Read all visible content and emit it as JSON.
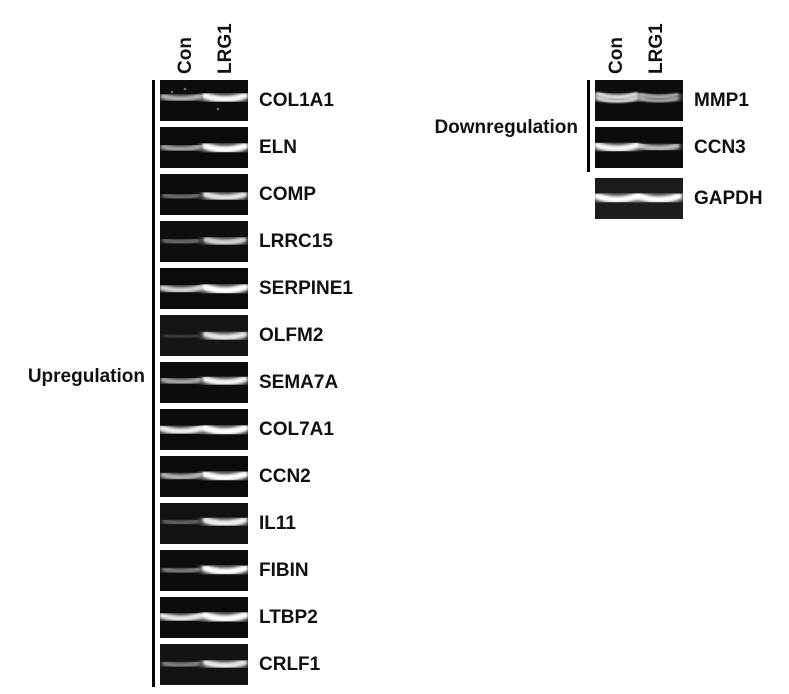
{
  "figure": {
    "lane_headers": [
      "Con",
      "LRG1"
    ],
    "colors": {
      "background": "#ffffff",
      "text": "#111111",
      "bracket": "#000000",
      "band": "#ffffff"
    },
    "panels": [
      {
        "id": "upregulation",
        "group_label": "Upregulation",
        "gels": [
          {
            "gene": "COL1A1",
            "con": 0.55,
            "lrg1": 0.92,
            "band_y": 0.44,
            "bg": "#0d0d0d",
            "speckles": [
              [
                12,
                12
              ],
              [
                25,
                9
              ],
              [
                58,
                29
              ]
            ]
          },
          {
            "gene": "ELN",
            "con": 0.5,
            "lrg1": 0.95,
            "band_y": 0.52,
            "bg": "#0a0a0a"
          },
          {
            "gene": "COMP",
            "con": 0.3,
            "lrg1": 0.8,
            "band_y": 0.55,
            "bg": "#0c0c0c"
          },
          {
            "gene": "LRRC15",
            "con": 0.28,
            "lrg1": 0.7,
            "band_y": 0.5,
            "bg": "#0e0e0e"
          },
          {
            "gene": "SERPINE1",
            "con": 0.7,
            "lrg1": 1.0,
            "band_y": 0.52,
            "bg": "#0a0a0a"
          },
          {
            "gene": "OLFM2",
            "con": 0.12,
            "lrg1": 0.8,
            "band_y": 0.52,
            "bg": "#151515"
          },
          {
            "gene": "SEMA7A",
            "con": 0.5,
            "lrg1": 0.88,
            "band_y": 0.47,
            "bg": "#0d0d0d"
          },
          {
            "gene": "COL7A1",
            "con": 0.85,
            "lrg1": 1.0,
            "band_y": 0.52,
            "bg": "#0b0b0b"
          },
          {
            "gene": "CCN2",
            "con": 0.55,
            "lrg1": 0.95,
            "band_y": 0.5,
            "bg": "#0b0b0b"
          },
          {
            "gene": "IL11",
            "con": 0.25,
            "lrg1": 0.85,
            "band_y": 0.47,
            "bg": "#121212"
          },
          {
            "gene": "FIBIN",
            "con": 0.35,
            "lrg1": 0.95,
            "band_y": 0.5,
            "bg": "#0d0d0d"
          },
          {
            "gene": "LTBP2",
            "con": 0.8,
            "lrg1": 1.0,
            "band_y": 0.5,
            "bg": "#0c0c0c"
          },
          {
            "gene": "CRLF1",
            "con": 0.35,
            "lrg1": 0.8,
            "band_y": 0.5,
            "bg": "#131313"
          }
        ]
      },
      {
        "id": "downregulation",
        "group_label": "Downregulation",
        "gels": [
          {
            "gene": "MMP1",
            "con": 0.9,
            "lrg1": 0.65,
            "band_y": 0.44,
            "bg": "#0d0d0d",
            "double": true
          },
          {
            "gene": "CCN3",
            "con": 0.9,
            "lrg1": 0.6,
            "band_y": 0.5,
            "bg": "#0b0b0b"
          }
        ],
        "control_gel": {
          "gene": "GAPDH",
          "con": 0.95,
          "lrg1": 0.95,
          "band_y": 0.5,
          "bg": "#1c1c1c"
        }
      }
    ]
  }
}
